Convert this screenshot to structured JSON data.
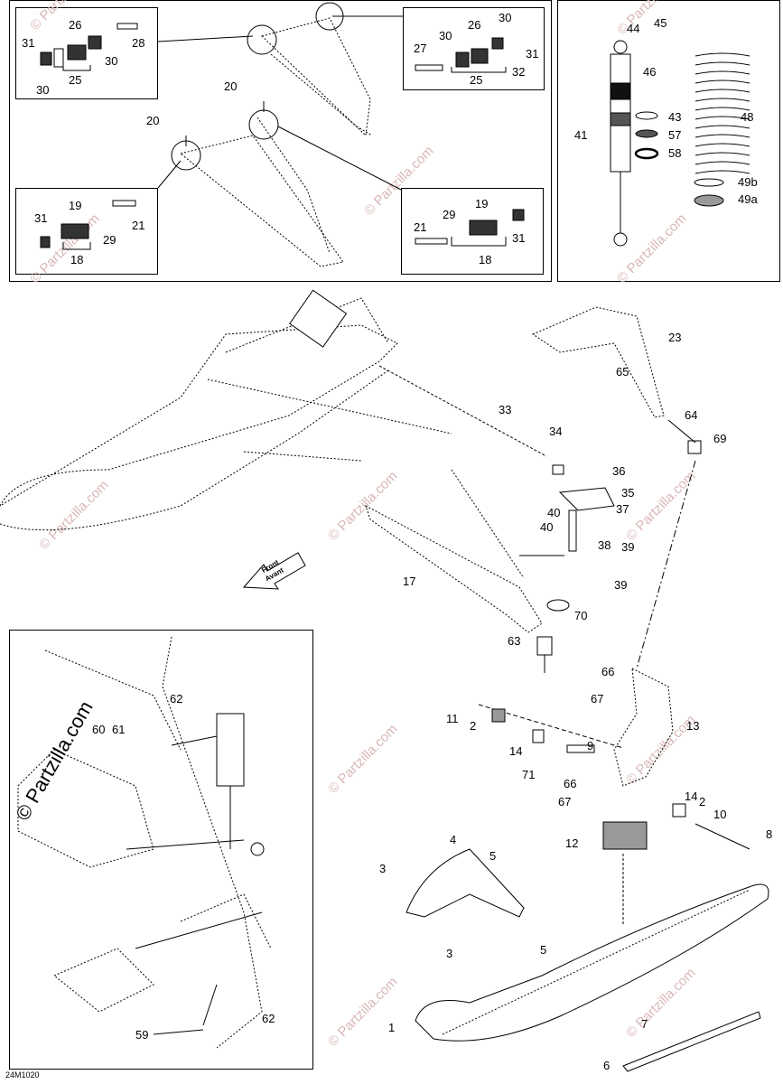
{
  "diagram": {
    "code": "24M1020",
    "brand": "© Partzilla.com",
    "watermark": "© Partzilla.com",
    "arrow_text": [
      "Front",
      "Avant"
    ],
    "labels": [
      {
        "id": "26a",
        "text": "26"
      },
      {
        "id": "28",
        "text": "28"
      },
      {
        "id": "31a",
        "text": "31"
      },
      {
        "id": "30a",
        "text": "30"
      },
      {
        "id": "30b",
        "text": "30"
      },
      {
        "id": "25a",
        "text": "25"
      },
      {
        "id": "26b",
        "text": "26"
      },
      {
        "id": "30c",
        "text": "30"
      },
      {
        "id": "27",
        "text": "27"
      },
      {
        "id": "30d",
        "text": "30"
      },
      {
        "id": "32",
        "text": "32"
      },
      {
        "id": "31b",
        "text": "31"
      },
      {
        "id": "25b",
        "text": "25"
      },
      {
        "id": "20a",
        "text": "20"
      },
      {
        "id": "20b",
        "text": "20"
      },
      {
        "id": "19a",
        "text": "19"
      },
      {
        "id": "31c",
        "text": "31"
      },
      {
        "id": "21a",
        "text": "21"
      },
      {
        "id": "29a",
        "text": "29"
      },
      {
        "id": "18a",
        "text": "18"
      },
      {
        "id": "19b",
        "text": "19"
      },
      {
        "id": "21b",
        "text": "21"
      },
      {
        "id": "29b",
        "text": "29"
      },
      {
        "id": "31d",
        "text": "31"
      },
      {
        "id": "18b",
        "text": "18"
      },
      {
        "id": "44",
        "text": "44"
      },
      {
        "id": "45",
        "text": "45"
      },
      {
        "id": "46",
        "text": "46"
      },
      {
        "id": "43",
        "text": "43"
      },
      {
        "id": "48",
        "text": "48"
      },
      {
        "id": "41",
        "text": "41"
      },
      {
        "id": "57",
        "text": "57"
      },
      {
        "id": "58",
        "text": "58"
      },
      {
        "id": "49b",
        "text": "49b"
      },
      {
        "id": "49a",
        "text": "49a"
      },
      {
        "id": "23",
        "text": "23"
      },
      {
        "id": "65",
        "text": "65"
      },
      {
        "id": "64",
        "text": "64"
      },
      {
        "id": "69",
        "text": "69"
      },
      {
        "id": "33",
        "text": "33"
      },
      {
        "id": "34",
        "text": "34"
      },
      {
        "id": "36",
        "text": "36"
      },
      {
        "id": "35",
        "text": "35"
      },
      {
        "id": "40a",
        "text": "40"
      },
      {
        "id": "37",
        "text": "37"
      },
      {
        "id": "40b",
        "text": "40"
      },
      {
        "id": "38",
        "text": "38"
      },
      {
        "id": "39a",
        "text": "39"
      },
      {
        "id": "39b",
        "text": "39"
      },
      {
        "id": "17",
        "text": "17"
      },
      {
        "id": "70",
        "text": "70"
      },
      {
        "id": "63",
        "text": "63"
      },
      {
        "id": "66a",
        "text": "66"
      },
      {
        "id": "67a",
        "text": "67"
      },
      {
        "id": "11",
        "text": "11"
      },
      {
        "id": "2a",
        "text": "2"
      },
      {
        "id": "13",
        "text": "13"
      },
      {
        "id": "14a",
        "text": "14"
      },
      {
        "id": "9",
        "text": "9"
      },
      {
        "id": "71",
        "text": "71"
      },
      {
        "id": "66b",
        "text": "66"
      },
      {
        "id": "67b",
        "text": "67"
      },
      {
        "id": "14b",
        "text": "14"
      },
      {
        "id": "2b",
        "text": "2"
      },
      {
        "id": "10",
        "text": "10"
      },
      {
        "id": "8",
        "text": "8"
      },
      {
        "id": "12",
        "text": "12"
      },
      {
        "id": "4",
        "text": "4"
      },
      {
        "id": "3a",
        "text": "3"
      },
      {
        "id": "5a",
        "text": "5"
      },
      {
        "id": "5b",
        "text": "5"
      },
      {
        "id": "3b",
        "text": "3"
      },
      {
        "id": "1",
        "text": "1"
      },
      {
        "id": "7",
        "text": "7"
      },
      {
        "id": "6",
        "text": "6"
      },
      {
        "id": "62a",
        "text": "62"
      },
      {
        "id": "60",
        "text": "60"
      },
      {
        "id": "61",
        "text": "61"
      },
      {
        "id": "59",
        "text": "59"
      },
      {
        "id": "62b",
        "text": "62"
      }
    ]
  }
}
